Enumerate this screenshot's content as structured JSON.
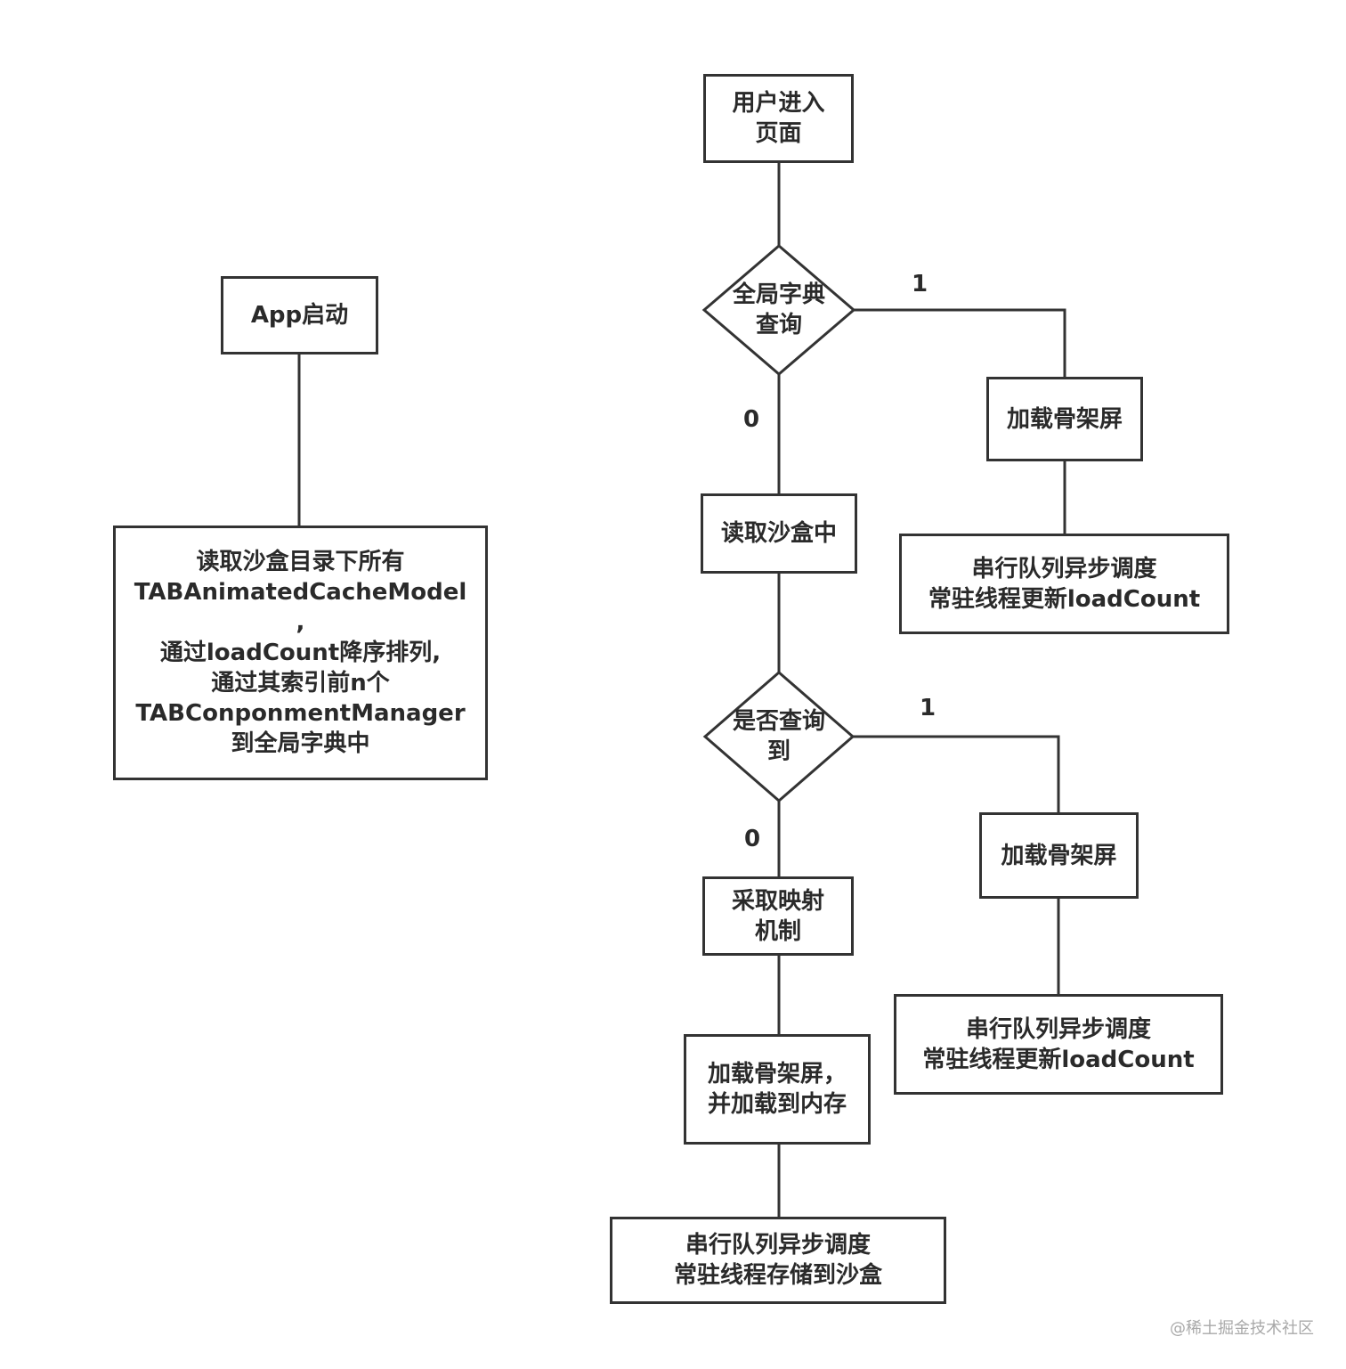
{
  "left_flow": {
    "start_node": "App启动",
    "load_node": [
      "读取沙盒目录下所有",
      "TABAnimatedCacheModel",
      ",",
      "通过loadCount降序排列,",
      "通过其索引前n个",
      "TABConponmentManager",
      "到全局字典中"
    ]
  },
  "main_flow": {
    "enter_page": [
      "用户进入",
      "页面"
    ],
    "decision_global_lookup": [
      "全局字典",
      "查询"
    ],
    "label_1_first": "1",
    "label_0_first": "0",
    "skeleton_1": "加载骨架屏",
    "update_1": [
      "串行队列异步调度",
      "常驻线程更新loadCount"
    ],
    "read_sandbox": "读取沙盒中",
    "decision_found": [
      "是否查询",
      "到"
    ],
    "label_1_second": "1",
    "label_0_second": "0",
    "skeleton_2": "加载骨架屏",
    "update_2": [
      "串行队列异步调度",
      "常驻线程更新loadCount"
    ],
    "mapping": [
      "采取映射",
      "机制"
    ],
    "load_memory": [
      "加载骨架屏，",
      "并加载到内存"
    ],
    "store_sandbox": [
      "串行队列异步调度",
      "常驻线程存储到沙盒"
    ]
  },
  "watermark": "@稀土掘金技术社区"
}
